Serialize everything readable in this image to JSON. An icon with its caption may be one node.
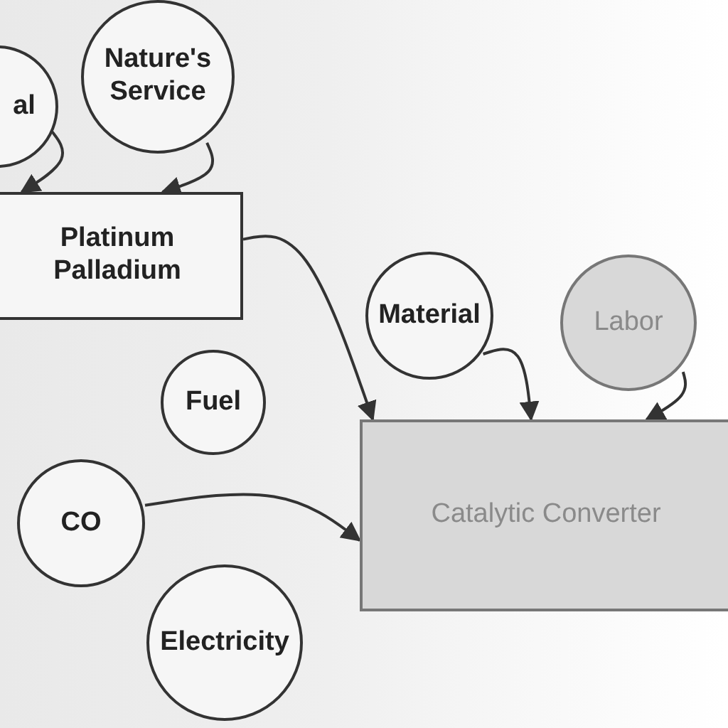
{
  "diagram": {
    "nodes": [
      {
        "text": [
          "al"
        ]
      },
      {
        "text": [
          "Nature's Service"
        ]
      },
      {
        "text": [
          "Platinum Palladium"
        ]
      },
      {
        "text": [
          "Material"
        ]
      },
      {
        "text": [
          "Labor"
        ]
      },
      {
        "text": [
          "Fuel"
        ]
      },
      {
        "text": [
          "CO"
        ]
      },
      {
        "text": [
          "Electricity"
        ]
      },
      {
        "text": [
          "Catalytic Converter"
        ]
      }
    ],
    "edges": [
      {
        "from": 0,
        "to": 2,
        "arrow": "to"
      },
      {
        "from": 1,
        "to": 2,
        "arrow": "to"
      },
      {
        "from": 2,
        "to": 8,
        "arrow": "to"
      },
      {
        "from": 3,
        "to": 8,
        "arrow": "to"
      },
      {
        "from": 4,
        "to": 8,
        "arrow": "to"
      },
      {
        "from": 6,
        "to": 8,
        "arrow": "to"
      }
    ]
  }
}
